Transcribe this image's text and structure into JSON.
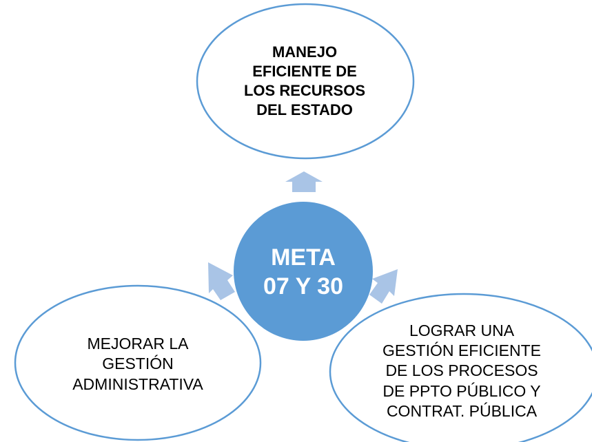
{
  "diagram": {
    "center": {
      "line1": "META",
      "line2": "07 Y 30"
    },
    "top": {
      "text": "MANEJO\nEFICIENTE DE\nLOS RECURSOS\nDEL ESTADO"
    },
    "left": {
      "text": "MEJORAR LA\nGESTIÓN\nADMINISTRATIVA"
    },
    "right": {
      "text": "LOGRAR UNA\nGESTIÓN EFICIENTE\nDE LOS PROCESOS\nDE PPTO PÚBLICO Y\nCONTRAT. PÚBLICA"
    }
  },
  "colors": {
    "center_fill": "#5B9BD5",
    "outline": "#5B9BD5",
    "arrow": "#A9C4E6",
    "text": "#000000",
    "center_text": "#FFFFFF"
  }
}
